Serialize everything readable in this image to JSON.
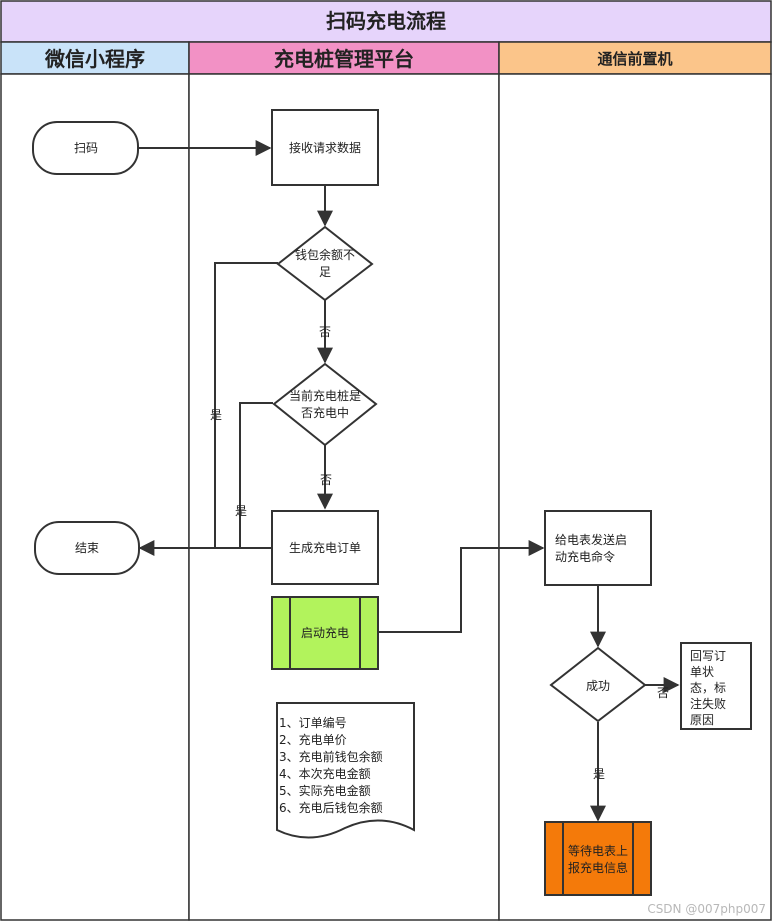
{
  "title": "扫码充电流程",
  "lanes": {
    "miniprogram": "微信小程序",
    "platform": "充电桩管理平台",
    "gateway": "通信前置机"
  },
  "colors": {
    "title_bg": "#e6d4fb",
    "lane1_bg": "#c9e3f9",
    "lane2_bg": "#f291c5",
    "lane3_bg": "#fbc58a",
    "start_charge_fill": "#b2f35c",
    "wait_fill": "#f47a0a",
    "line": "#333333"
  },
  "nodes": {
    "scan": "扫码",
    "end": "结束",
    "receive": "接收请求数据",
    "wallet_check": [
      "钱包余额不",
      "足"
    ],
    "pile_check": [
      "当前充电桩是",
      "否充电中"
    ],
    "create_order": "生成充电订单",
    "start_charge": "启动充电",
    "send_cmd": [
      "给电表发送启",
      "动充电命令"
    ],
    "success": "成功",
    "writeback": [
      "回写订",
      "单状",
      "态，标",
      "注失败",
      "原因"
    ],
    "wait_report": [
      "等待电表上",
      "报充电信息"
    ]
  },
  "order_fields": [
    "1、订单编号",
    "2、充电单价",
    "3、充电前钱包余额",
    "4、本次充电金额",
    "5、实际充电金额",
    "6、充电后钱包余额"
  ],
  "edge_labels": {
    "wallet_no": "否",
    "wallet_yes": "是",
    "pile_no": "否",
    "pile_yes": "是",
    "success_no": "否",
    "success_yes": "是"
  },
  "watermark": "CSDN @007php007"
}
